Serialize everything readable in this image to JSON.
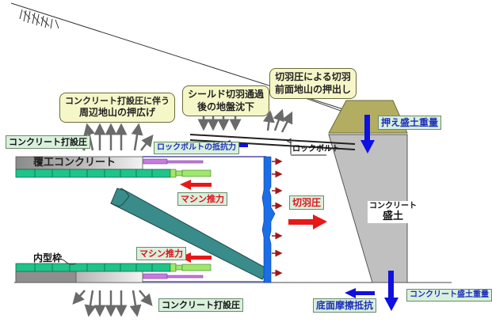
{
  "colors": {
    "ground_line": "#333333",
    "lining_concrete": "#9a9a9a",
    "inner_form": "#1ec48a",
    "jack_green": "#9ee86a",
    "jack_purple": "#c87ae0",
    "machine_arm": "#3a8c8a",
    "face_plate": "#1a6ee8",
    "fill_concrete": "#c0c0c0",
    "fill_soil": "#b3ad62",
    "force_blue": "#1010e0",
    "force_red": "#e81818",
    "small_arrow": "#a01818",
    "grey_arrow": "#707070",
    "label_bg": "#d8f0dc",
    "bubble_bg": "#f5f7c8"
  },
  "labels": {
    "bubble_concrete_pressure": [
      "コンクリート打設圧に伴う",
      "周辺地山の押広げ"
    ],
    "bubble_settlement": [
      "シールド切羽通過",
      "後の地盤沈下"
    ],
    "bubble_face_push": [
      "切羽圧による切羽",
      "前面地山の押出し"
    ],
    "concrete_pressure_top": "コンクリート打設圧",
    "concrete_pressure_bottom": "コンクリート打設圧",
    "rockbolt_resistance": "ロックボルトの抵抗力",
    "rockbolt": "ロックボルト",
    "lining_concrete": "覆工コンクリート",
    "inner_form": "内型枠",
    "machine_thrust_top": "マシン推力",
    "machine_thrust_bottom": "マシン推力",
    "face_pressure": "切羽圧",
    "fill_weight": "押え盛土重量",
    "concrete_fill": [
      "コンクリート",
      "盛土"
    ],
    "bottom_friction": "底面摩擦抵抗",
    "concrete_fill_weight": "コンクリート盛土重量"
  }
}
